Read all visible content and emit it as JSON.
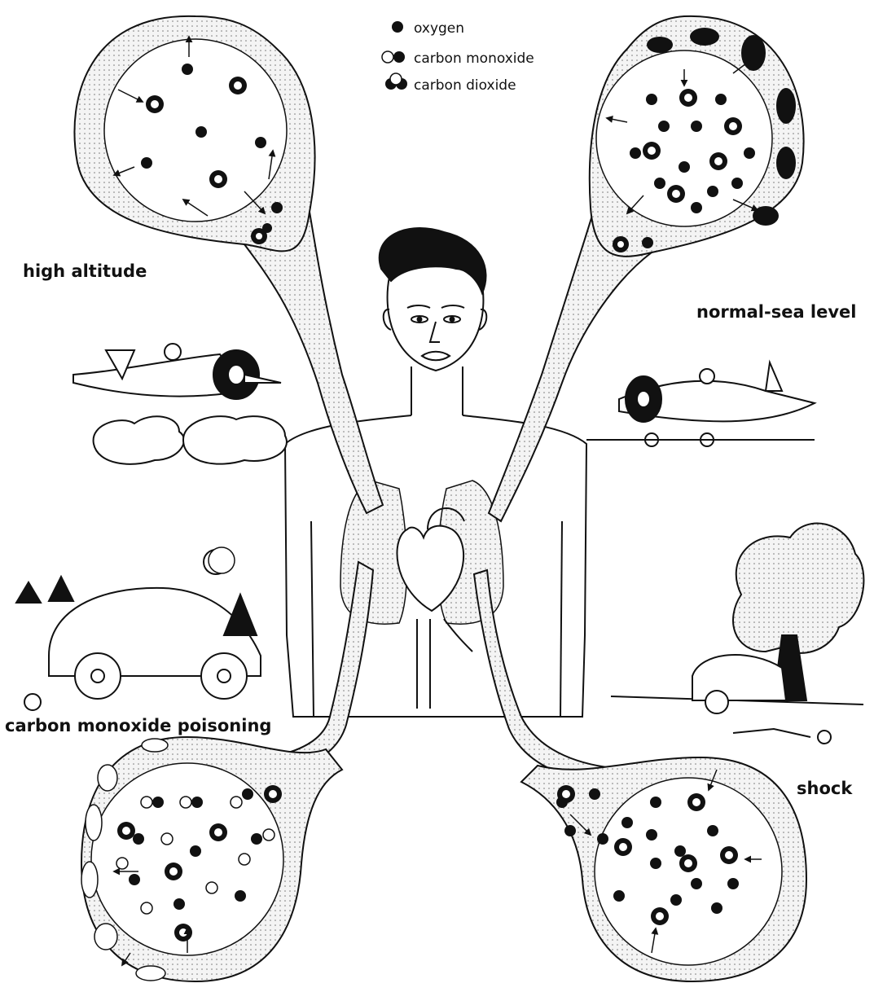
{
  "legend": {
    "oxygen": "oxygen",
    "carbon_monoxide": "carbon monoxide",
    "carbon_dioxide": "carbon dioxide"
  },
  "labels": {
    "high_altitude": "high altitude",
    "normal_sea_level": "normal-sea level",
    "co_poisoning": "carbon monoxide poisoning",
    "shock": "shock"
  },
  "colors": {
    "ink": "#111111",
    "paper": "#ffffff",
    "tissue": "#ececec"
  }
}
